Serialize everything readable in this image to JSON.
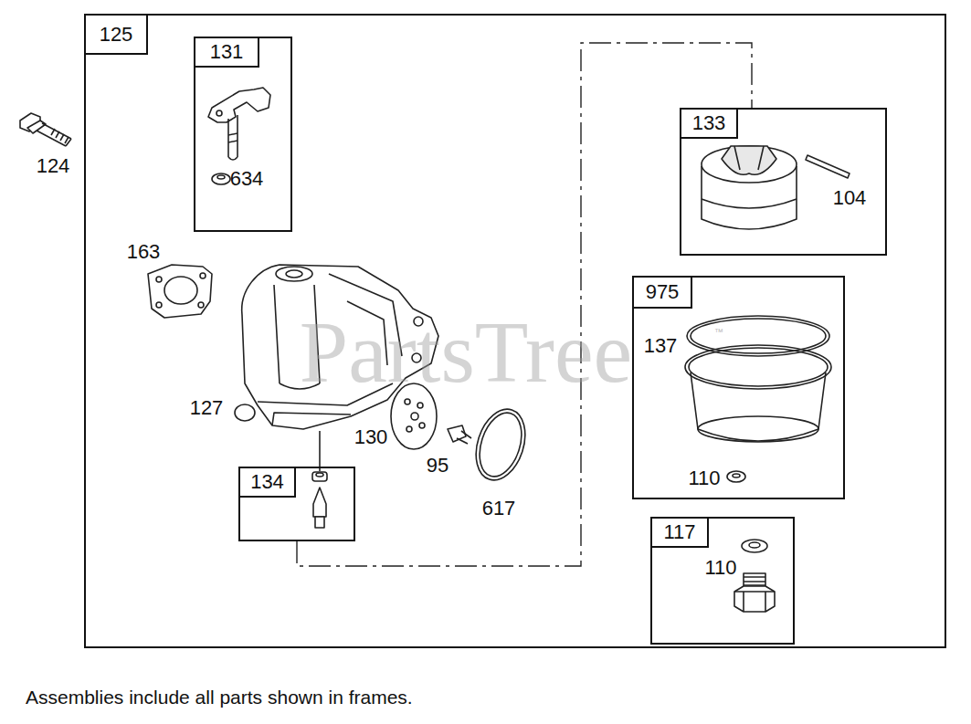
{
  "diagram": {
    "caption": "Assemblies include all parts shown in frames.",
    "nodes": [
      {
        "text": [
          "125"
        ]
      },
      {
        "text": [
          "131",
          "634"
        ],
        "in": 0
      },
      {
        "text": [
          "133",
          "104"
        ],
        "in": 0
      },
      {
        "text": [
          "975",
          "137",
          "110"
        ],
        "in": 0
      },
      {
        "text": [
          "134"
        ],
        "in": 0
      },
      {
        "text": [
          "117",
          "110"
        ],
        "in": 0
      }
    ],
    "edges": [
      {
        "from": 4,
        "to": 2,
        "arrow": "none"
      }
    ],
    "labels": [
      "124",
      "163",
      "127",
      "130",
      "95",
      "617",
      "PartsTree",
      "™"
    ]
  }
}
